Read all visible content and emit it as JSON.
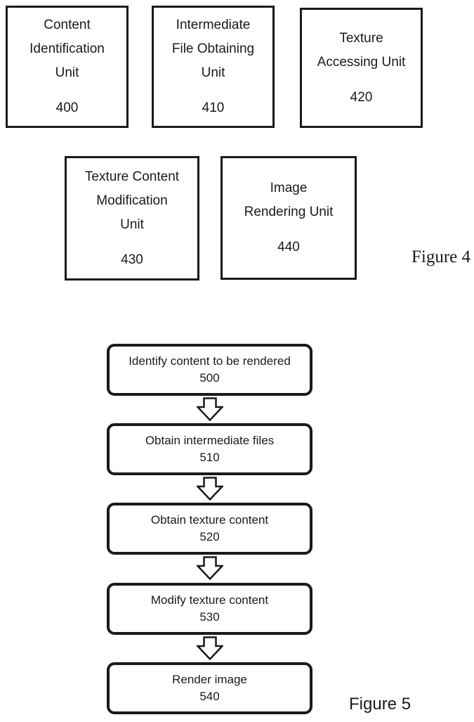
{
  "colors": {
    "ink": "#1a1a1a",
    "background": "#ffffff"
  },
  "figure4": {
    "caption": "Figure 4",
    "units": [
      {
        "name": "Content\nIdentification\nUnit",
        "number": "400"
      },
      {
        "name": "Intermediate\nFile Obtaining\nUnit",
        "number": "410"
      },
      {
        "name": "Texture\nAccessing Unit",
        "number": "420"
      },
      {
        "name": "Texture Content\nModification\nUnit",
        "number": "430"
      },
      {
        "name": "Image\nRendering Unit",
        "number": "440"
      }
    ]
  },
  "figure5": {
    "caption": "Figure 5",
    "steps": [
      {
        "label": "Identify content to be rendered",
        "number": "500"
      },
      {
        "label": "Obtain intermediate files",
        "number": "510"
      },
      {
        "label": "Obtain texture content",
        "number": "520"
      },
      {
        "label": "Modify texture content",
        "number": "530"
      },
      {
        "label": "Render image",
        "number": "540"
      }
    ]
  }
}
